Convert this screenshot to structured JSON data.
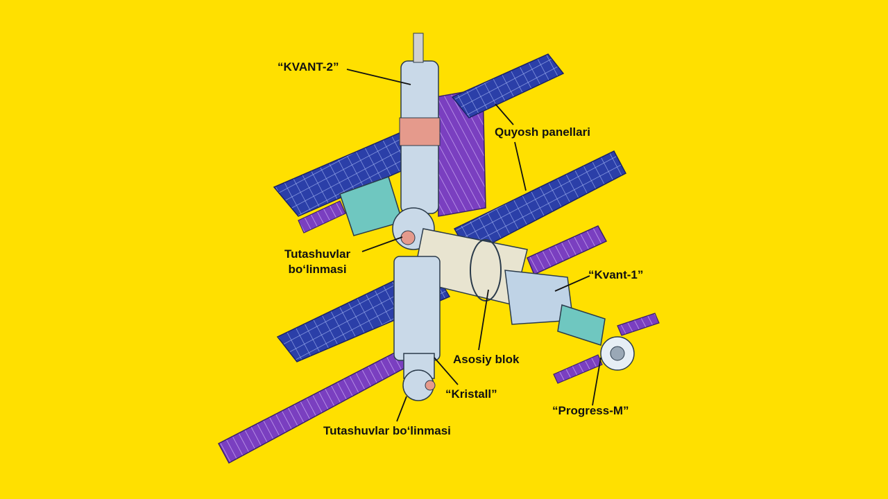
{
  "labels": {
    "kvant2": "“KVANT-2”",
    "quyosh": "Quyosh panellari",
    "tutashuv1_line1": "Tutashuvlar",
    "tutashuv1_line2": "bo‘linmasi",
    "kvant1": "“Kvant-1”",
    "asosiy": "Asosiy blok",
    "kristall": "“Kristall”",
    "progress": "“Progress-M”",
    "tutashuv2": "Tutashuvlar bo‘linmasi"
  },
  "colors": {
    "background": "#FFE000",
    "solar_blue": "#2B3FA8",
    "solar_purple": "#7A3FC0",
    "module_body": "#C9D9E8",
    "teal": "#6FC7C0",
    "salmon": "#E59A8C",
    "leader_line": "#111111"
  }
}
